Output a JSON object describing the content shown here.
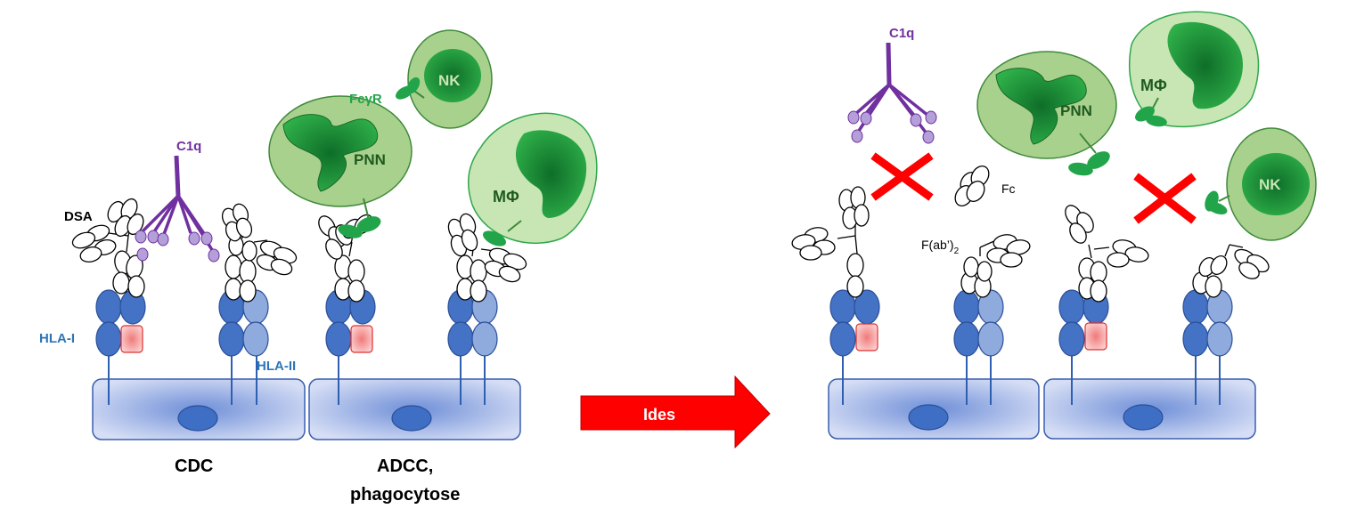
{
  "labels": {
    "dsa": "DSA",
    "c1q_left": "C1q",
    "c1q_right": "C1q",
    "fcgr": "FcγR",
    "hla1": "HLA-I",
    "hla2": "HLA-II",
    "pnn_left": "PNN",
    "pnn_right": "PNN",
    "nk_left": "NK",
    "nk_right": "NK",
    "mphi_left": "MΦ",
    "mphi_right": "MΦ",
    "cdc": "CDC",
    "adcc_line1": "ADCC,",
    "adcc_line2": "phagocytose",
    "ides": "Ides",
    "fc": "Fc",
    "fab_main": "F(ab’)",
    "fab_sub": "2"
  },
  "colors": {
    "cell_fill": "#c9d3f1",
    "cell_border": "#3a5fb0",
    "nucleus": "#3f6fc4",
    "hla_dark": "#4472c4",
    "hla_light": "#8faadc",
    "b2m": "#f4a6a6",
    "c1q": "#7030a0",
    "c1q_head": "#b4a0d8",
    "immune_fill": "#a9d18e",
    "immune_core": "#2e9e3e",
    "fcgr": "#22a54a",
    "ides_arrow": "#ff0000",
    "cross": "#ff0000",
    "hla_label": "#2e75b6"
  }
}
